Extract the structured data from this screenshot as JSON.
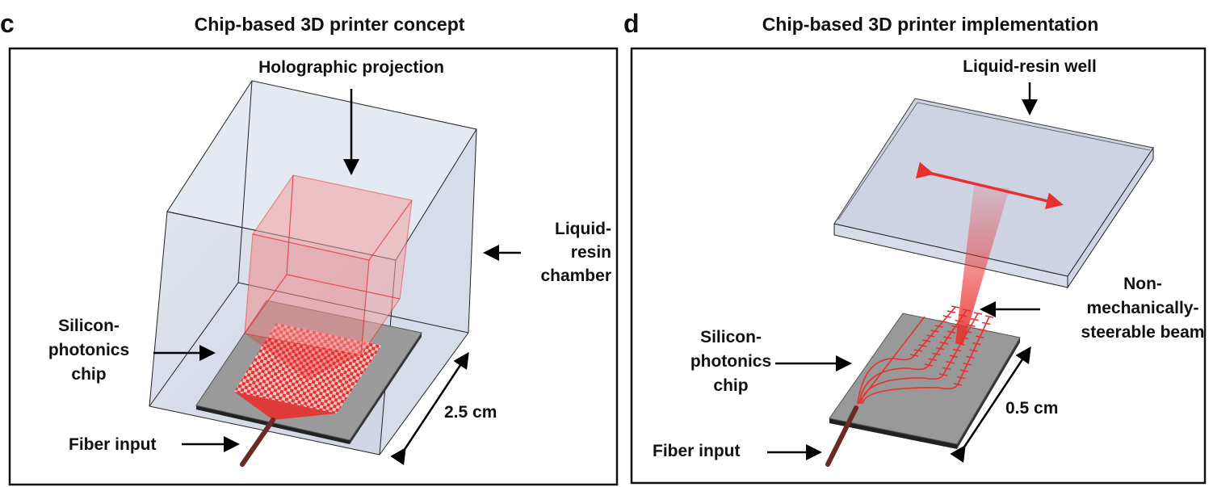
{
  "panels": [
    {
      "letter": "c",
      "title": "Chip-based 3D printer concept",
      "labels": {
        "projection": "Holographic projection",
        "chamber": [
          "Liquid-",
          "resin",
          "chamber"
        ],
        "chip": [
          "Silicon-",
          "photonics",
          "chip"
        ],
        "fiber": "Fiber input",
        "scale": "2.5 cm"
      }
    },
    {
      "letter": "d",
      "title": "Chip-based 3D printer implementation",
      "labels": {
        "well": "Liquid-resin well",
        "beam": [
          "Non-",
          "mechanically-",
          "steerable beam"
        ],
        "chip": [
          "Silicon-",
          "photonics",
          "chip"
        ],
        "fiber": "Fiber input",
        "scale": "0.5 cm"
      }
    }
  ],
  "colors": {
    "accent": "#e8302e",
    "resin": "#c9d0e2",
    "chip": "#8e8e8e"
  }
}
